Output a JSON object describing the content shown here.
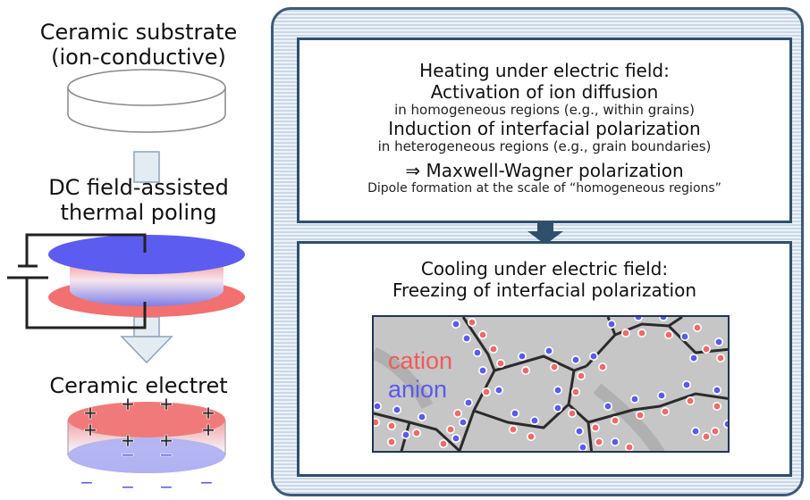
{
  "left": {
    "substrate_title": [
      "Ceramic substrate",
      "(ion-conductive)"
    ],
    "poling_title": [
      "DC field-assisted",
      "thermal poling"
    ],
    "electret_title": "Ceramic electret"
  },
  "heating_box": {
    "heading": "Heating under electric field:",
    "line1_main": "Activation of ion diffusion",
    "line1_sub": "in homogeneous regions (e.g., within grains)",
    "line2_main": "Induction of interfacial polarization",
    "line2_sub": "in heterogeneous regions (e.g., grain boundaries)",
    "line3_main": "⇒ Maxwell-Wagner polarization",
    "line3_sub": "Dipole formation at the scale of “homogeneous regions”"
  },
  "cooling_box": {
    "heading": "Cooling under electric field:",
    "subheading": "Freezing of interfacial polarization"
  },
  "micrograph": {
    "cation_label": "cation",
    "anion_label": "anion"
  },
  "colors": {
    "positive": "#f06a6a",
    "negative": "#5a5af0",
    "frame": "#2f4f6e"
  }
}
